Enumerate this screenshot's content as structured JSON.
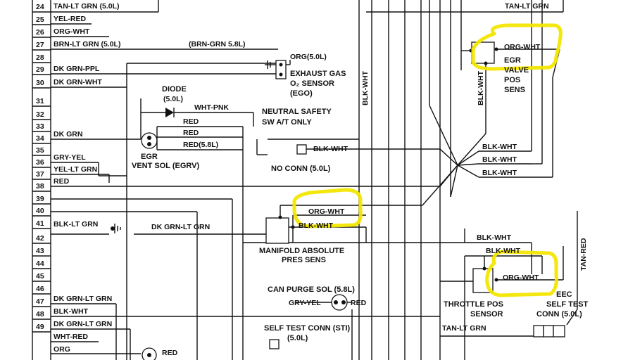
{
  "pin_numbers": [
    "24",
    "25",
    "26",
    "27",
    "28",
    "29",
    "30",
    "31",
    "32",
    "33",
    "34",
    "35",
    "36",
    "37",
    "38",
    "39",
    "40",
    "41",
    "42",
    "43",
    "44",
    "45",
    "46",
    "47",
    "48",
    "49"
  ],
  "left_wire_labels": {
    "w24": "TAN-LT GRN (5.0L)",
    "w25": "YEL-RED",
    "w26": "ORG-WHT",
    "w27": "BRN-LT GRN (5.0L)",
    "w29": "DK GRN-PPL",
    "w30": "DK GRN-WHT",
    "w33": "DK GRN",
    "w35": "GRY-YEL",
    "w36": "YEL-LT GRN",
    "w37": "RED",
    "w40": "BLK-LT GRN",
    "w44": "DK GRN-LT GRN",
    "w46": "BLK-WHT",
    "w47": "DK GRN-LT GRN",
    "w48": "WHT-RED",
    "w49": "ORG"
  },
  "mid_labels": {
    "brn_grn": "(BRN-GRN 5.8L)",
    "org_5l": "ORG(5.0L)",
    "blk_wht_vertical": "BLK-WHT",
    "diode": "DIODE",
    "diode_5l": "(5.0L)",
    "wht_pnk": "WHT-PNK",
    "red1": "RED",
    "red2": "RED",
    "red3": "RED(5.8L)",
    "egr": "EGR",
    "egr_vent": "VENT SOL (EGRV)",
    "dk_grn_lt_grn": "DK GRN-LT GRN",
    "red_bottom": "RED",
    "blk_wht_noconn": "BLK-WHT",
    "gry_yel": "GRY-YEL",
    "red_can": "RED",
    "tan_lt_grn_bottom": "TAN-LT GRN"
  },
  "components": {
    "exhaust_gas_1": "EXHAUST GAS",
    "exhaust_gas_2": "O₂ SENSOR",
    "exhaust_gas_3": "(EGO)",
    "neutral_1": "NEUTRAL SAFETY",
    "neutral_2": "SW A/T ONLY",
    "no_conn": "NO CONN (5.0L)",
    "map_org": "ORG-WHT",
    "map_blk": "BLK-WHT",
    "map_1": "MANIFOLD ABSOLUTE",
    "map_2": "PRES SENS",
    "can_purge": "CAN PURGE SOL (5.8L)",
    "self_test_1": "SELF TEST CONN (STI)",
    "self_test_2": "(5.0L)"
  },
  "right_labels": {
    "tan_lt_grn_top": "TAN-LT GRN",
    "blk_wht_vert": "BLK-WHT",
    "egr_org": "ORG-WHT",
    "egr_1": "EGR",
    "egr_2": "VALVE",
    "egr_3": "POS",
    "egr_4": "SENS",
    "bw1": "BLK-WHT",
    "bw2": "BLK-WHT",
    "bw3": "BLK-WHT",
    "bw4": "BLK-WHT",
    "bw5": "BLK-WHT",
    "tps_org": "ORG-WHT",
    "tps_1": "THROTTLE POS",
    "tps_2": "SENSOR",
    "tan_red": "TAN-RED",
    "eec_1": "EEC",
    "eec_2": "SELF TEST",
    "eec_3": "CONN (5.0L)"
  },
  "colors": {
    "highlight": "#f3e600",
    "ink": "#111111",
    "paper": "#ffffff"
  }
}
